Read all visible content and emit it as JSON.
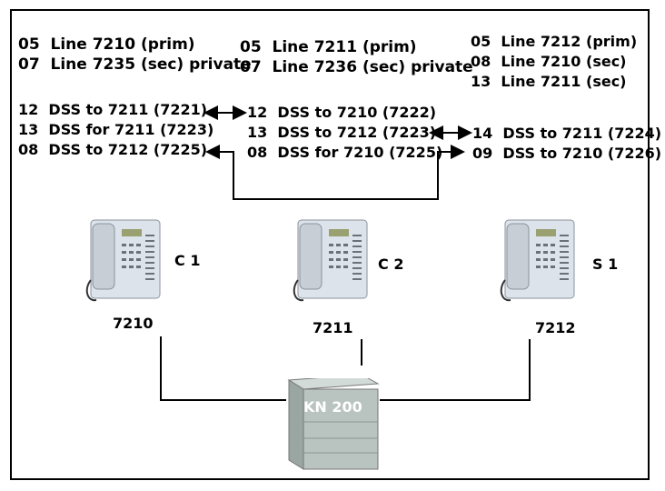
{
  "c1": {
    "lines": [
      "05  Line 7210 (prim)",
      "07  Line 7235 (sec) private"
    ],
    "dss": [
      "12  DSS to 7211 (7221)",
      "13  DSS for 7211 (7223)",
      "08  DSS to 7212 (7225)"
    ],
    "phone_label": "C 1",
    "extension": "7210"
  },
  "c2": {
    "lines": [
      "05  Line 7211 (prim)",
      "07  Line 7236 (sec) private"
    ],
    "dss": [
      "12  DSS to 7210 (7222)",
      "13  DSS to 7212 (7223)",
      "08  DSS for 7210 (7225)"
    ],
    "phone_label": "C 2",
    "extension": "7211"
  },
  "s1": {
    "lines": [
      "05  Line 7212 (prim)",
      "08  Line 7210 (sec)",
      "13  Line 7211 (sec)"
    ],
    "dss": [
      "14  DSS to 7211 (7224)",
      "09  DSS to 7210 (7226)"
    ],
    "phone_label": "S 1",
    "extension": "7212"
  },
  "pbx": {
    "label": "KN 200"
  },
  "icons": {
    "phone": "desk-phone-icon",
    "pbx": "pbx-cabinet-icon"
  },
  "colors": {
    "line": "#000000",
    "phone_body": "#dde3ea",
    "pbx_body": "#b9c3bf"
  }
}
